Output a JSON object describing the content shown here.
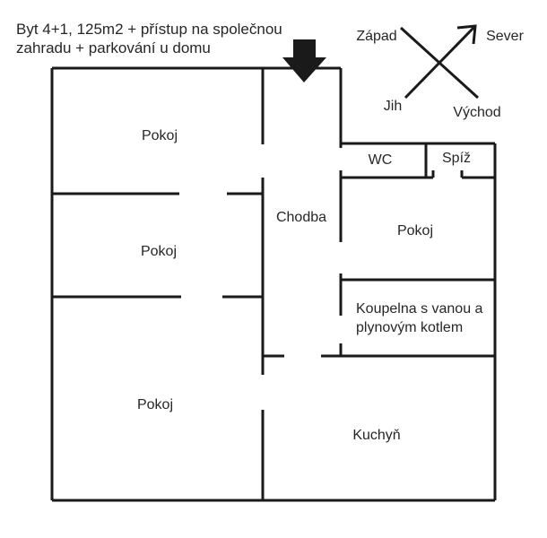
{
  "title": {
    "line1": "Byt 4+1, 125m2 + přístup na společnou",
    "line2": "zahradu + parkování u domu"
  },
  "compass": {
    "north": "Sever",
    "south": "Jih",
    "west": "Západ",
    "east": "Východ"
  },
  "rooms": {
    "room_top_left": "Pokoj",
    "room_mid_left": "Pokoj",
    "room_bottom_left": "Pokoj",
    "hallway": "Chodba",
    "wc": "WC",
    "pantry": "Spíž",
    "room_right": "Pokoj",
    "bathroom_line1": "Koupelna s vanou a",
    "bathroom_line2": "plynovým kotlem",
    "kitchen": "Kuchyň"
  },
  "colors": {
    "wall": "#1a1a1a",
    "text": "#262626",
    "background": "#ffffff"
  }
}
